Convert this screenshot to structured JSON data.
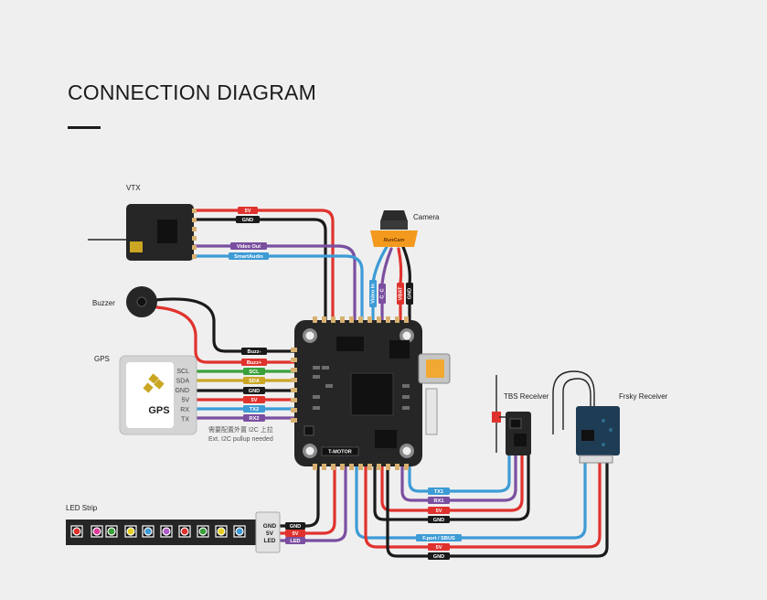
{
  "header": {
    "title": "CONNECTION DIAGRAM"
  },
  "components": {
    "vtx": "VTX",
    "camera": "Camera",
    "camera_brand": "RunCam",
    "buzzer": "Buzzer",
    "gps": "GPS",
    "gps_chip": "GPS",
    "tbs": "TBS Receiver",
    "frsky": "Frsky Receiver",
    "led_strip": "LED Strip",
    "fc_brand": "T-MOTOR"
  },
  "gps_pins": [
    "SCL",
    "SDA",
    "GND",
    "5V",
    "RX",
    "TX"
  ],
  "gps_note": [
    "需要配置外置 I2C 上拉",
    "Ext. I2C pullup needed"
  ],
  "led_pins": [
    "GND",
    "5V",
    "LED"
  ],
  "wire_labels": {
    "vtx_5v": "5V",
    "vtx_gnd": "GND",
    "video_out": "Video Out",
    "smart_audio": "SmartAudio",
    "buzz_minus": "Buzz-",
    "buzz_plus": "Buzz+",
    "gps_scl": "SCL",
    "gps_sda": "SDA",
    "gps_gnd": "GND",
    "gps_5v": "5V",
    "gps_tx2": "TX2",
    "gps_rx2": "RX2",
    "cam_video_in": "Video In",
    "cam_cc": "C_C",
    "cam_vbat": "VBAT",
    "cam_gnd": "GND",
    "tbs_tx1": "TX1",
    "tbs_rx1": "RX1",
    "tbs_5v": "5V",
    "tbs_gnd": "GND",
    "frsky_sbus": "F.port / SBUS",
    "frsky_5v": "5V",
    "frsky_gnd": "GND",
    "led_gnd": "GND",
    "led_5v": "5V",
    "led_led": "LED"
  },
  "colors": {
    "red": "#e0322d",
    "black": "#1a1a1a",
    "purple": "#7b4fa0",
    "blue": "#3d9bd6",
    "green": "#3aa13a",
    "yellow": "#caa623",
    "orange": "#f39a1e",
    "board": "#262626",
    "background": "#efefef"
  }
}
